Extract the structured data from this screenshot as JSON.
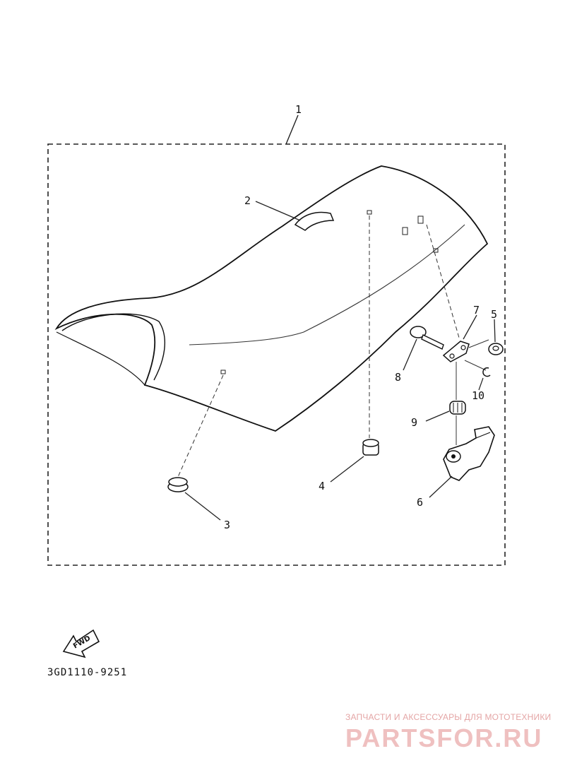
{
  "diagram": {
    "callouts": [
      {
        "id": "1",
        "label": "1"
      },
      {
        "id": "2",
        "label": "2"
      },
      {
        "id": "3",
        "label": "3"
      },
      {
        "id": "4",
        "label": "4"
      },
      {
        "id": "5",
        "label": "5"
      },
      {
        "id": "6",
        "label": "6"
      },
      {
        "id": "7",
        "label": "7"
      },
      {
        "id": "8",
        "label": "8"
      },
      {
        "id": "9",
        "label": "9"
      },
      {
        "id": "10",
        "label": "10"
      }
    ],
    "fwd_label": "FWD",
    "part_code": "3GD1110-9251"
  },
  "watermark": {
    "subtitle": "ЗАПЧАСТИ И АКСЕССУАРЫ ДЛЯ МОТОТЕХНИКИ",
    "brand": "PARTSFOR.RU"
  }
}
